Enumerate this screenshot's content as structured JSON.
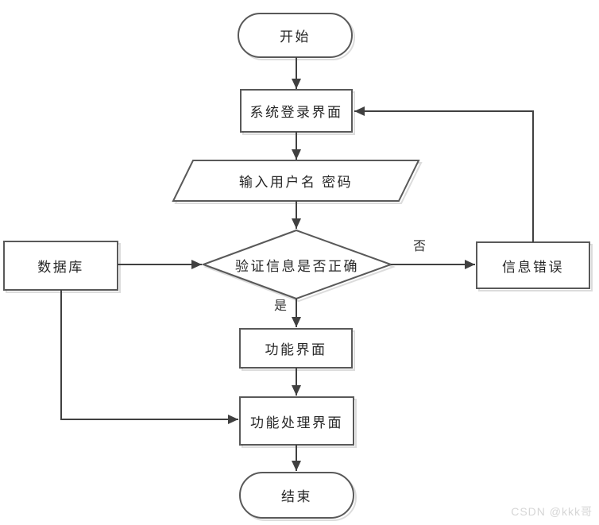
{
  "diagram": {
    "nodes": {
      "start": {
        "label": "开始",
        "shape": "terminator"
      },
      "login": {
        "label": "系统登录界面",
        "shape": "process"
      },
      "input": {
        "label": "输入用户名 密码",
        "shape": "input-output"
      },
      "verify": {
        "label": "验证信息是否正确",
        "shape": "decision"
      },
      "database": {
        "label": "数据库",
        "shape": "process"
      },
      "error": {
        "label": "信息错误",
        "shape": "process"
      },
      "function_ui": {
        "label": "功能界面",
        "shape": "process"
      },
      "function_process": {
        "label": "功能处理界面",
        "shape": "process"
      },
      "end": {
        "label": "结束",
        "shape": "terminator"
      }
    },
    "edge_labels": {
      "no": "否",
      "yes": "是"
    },
    "colors": {
      "background": "#ffffff",
      "line": "#404040",
      "border": "#595959",
      "shadow": "#dcdcdc",
      "text": "#262626",
      "watermark": "#d6d6d6"
    }
  },
  "watermark": {
    "text": "CSDN @kkk哥"
  }
}
